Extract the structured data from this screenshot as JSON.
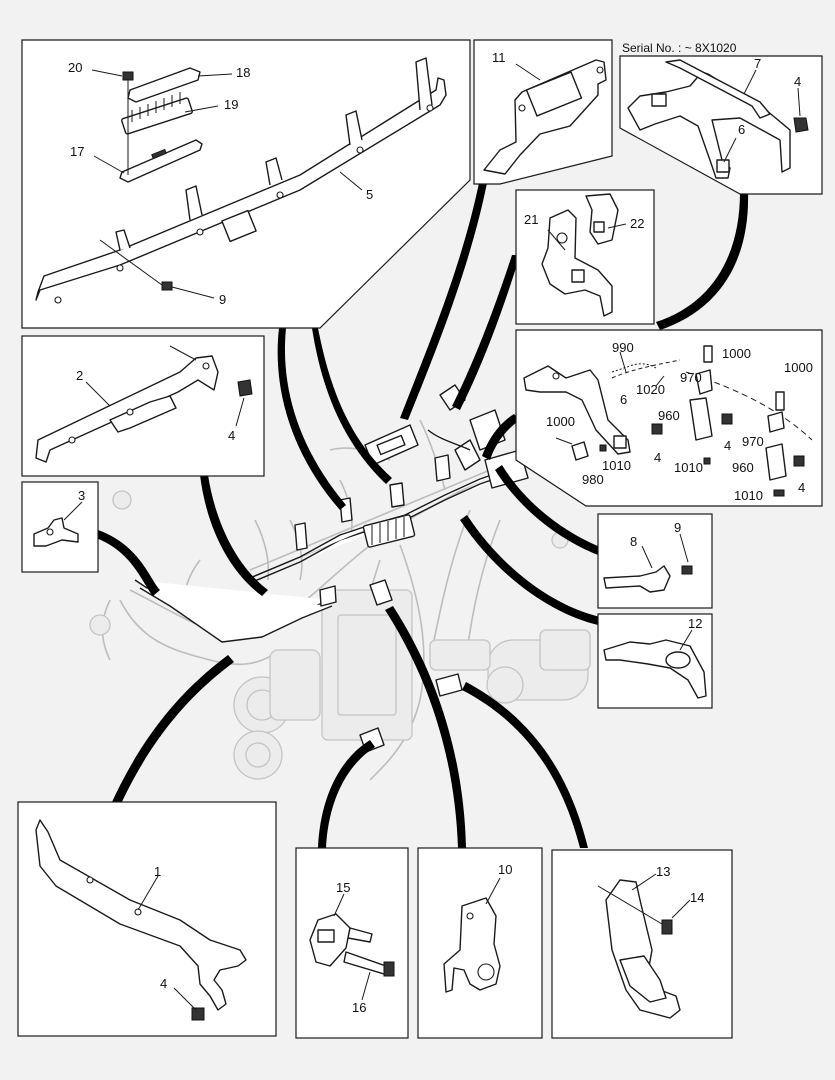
{
  "header": {
    "serial_note": "Serial No. : ~ 8X1020"
  },
  "callouts": {
    "c1": "1",
    "c2": "2",
    "c3": "3",
    "c4": "4",
    "c5": "5",
    "c6": "6",
    "c7": "7",
    "c8": "8",
    "c9": "9",
    "c10": "10",
    "c11": "11",
    "c12": "12",
    "c13": "13",
    "c14": "14",
    "c15": "15",
    "c16": "16",
    "c17": "17",
    "c18": "18",
    "c19": "19",
    "c20": "20",
    "c21": "21",
    "c22": "22",
    "c960": "960",
    "c970": "970",
    "c980": "980",
    "c990": "990",
    "c1000": "1000",
    "c1010": "1010",
    "c1020": "1020"
  }
}
